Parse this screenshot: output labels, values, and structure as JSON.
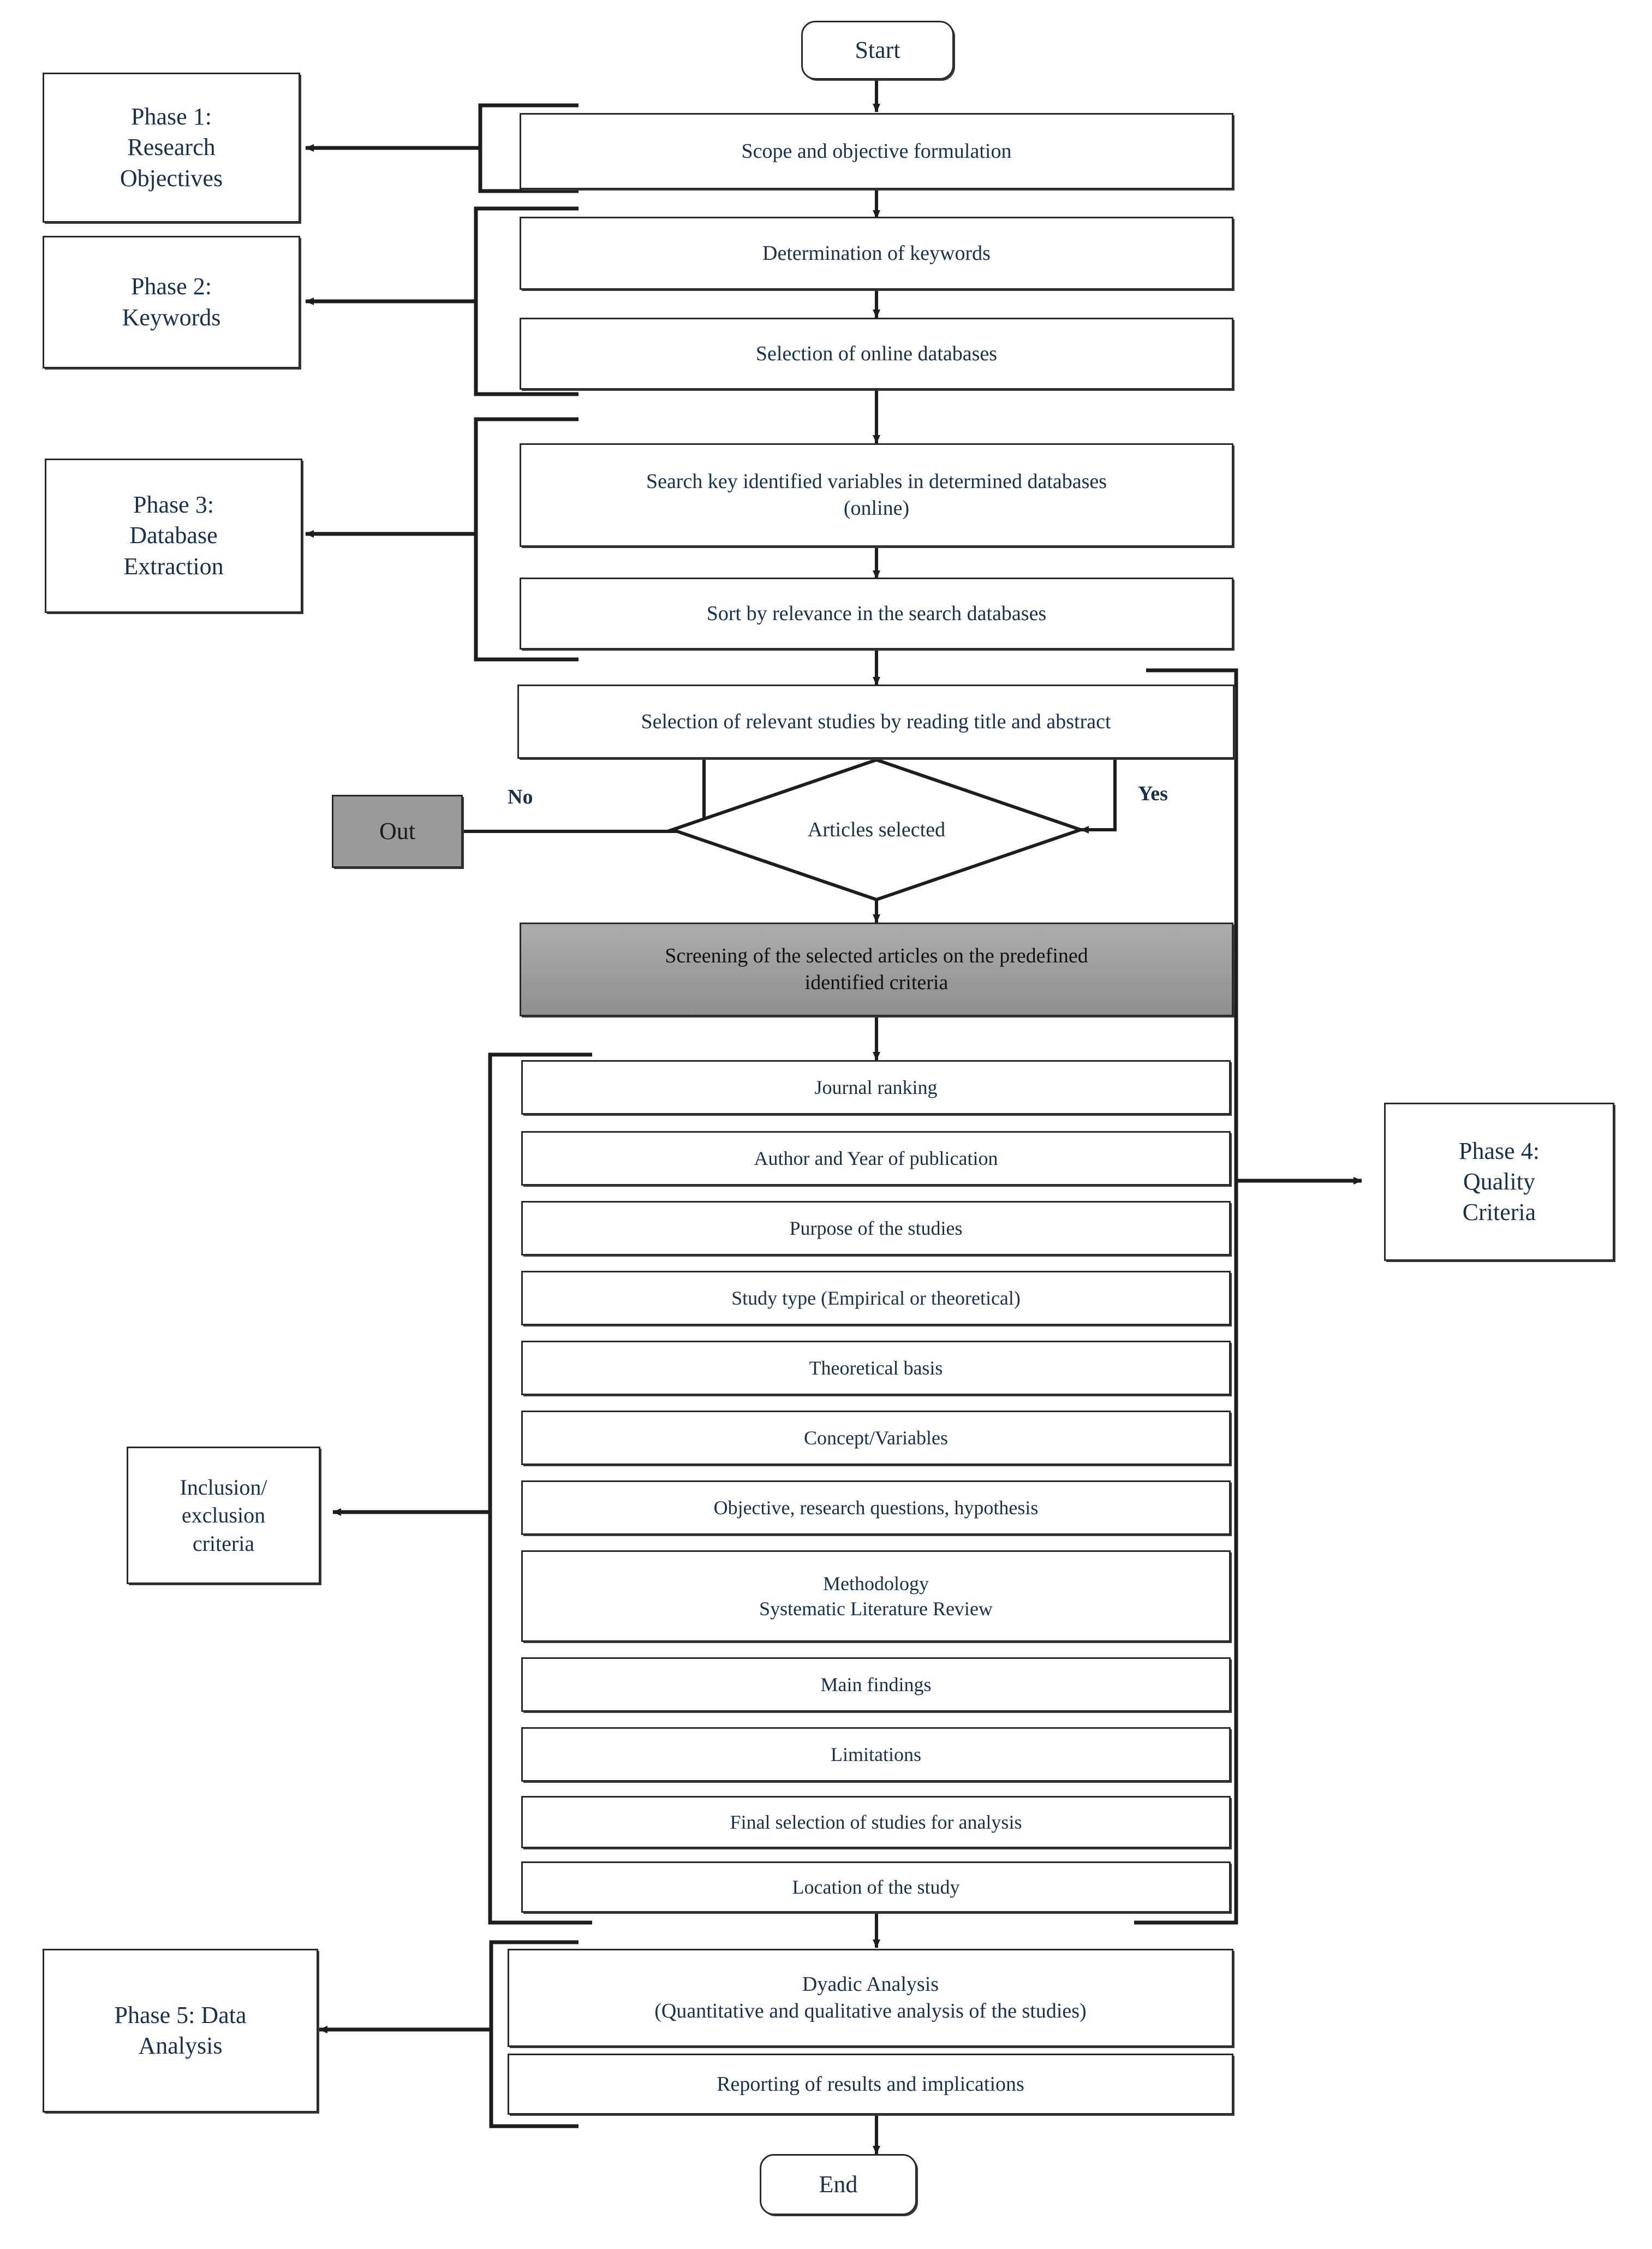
{
  "diagram": {
    "title": "Systematic Literature Review methodology flowchart",
    "colors": {
      "stroke": "#2a2a2a",
      "text": "#17314f",
      "shaded_fill": "#9a9a9a",
      "background": "#ffffff"
    }
  },
  "terminators": {
    "start": "Start",
    "end": "End"
  },
  "phases": [
    {
      "id": "phase1",
      "label": "Phase 1:\nResearch\nObjectives"
    },
    {
      "id": "phase2",
      "label": "Phase 2:\nKeywords"
    },
    {
      "id": "phase3",
      "label": "Phase 3:\nDatabase\nExtraction"
    },
    {
      "id": "phase4",
      "label": "Phase 4:\nQuality\nCriteria"
    },
    {
      "id": "phase5",
      "label": "Phase 5: Data\nAnalysis"
    }
  ],
  "side_notes": [
    {
      "id": "inclusion",
      "label": "Inclusion/\nexclusion\ncriteria"
    }
  ],
  "process_steps": [
    {
      "id": "scope",
      "label": "Scope and objective formulation"
    },
    {
      "id": "keywords",
      "label": "Determination of keywords"
    },
    {
      "id": "databases",
      "label": "Selection of online databases"
    },
    {
      "id": "searchkey",
      "label": "Search key identified variables in determined databases\n(online)"
    },
    {
      "id": "sort",
      "label": "Sort by relevance in the search databases"
    },
    {
      "id": "selectstudy",
      "label": "Selection of relevant studies by reading title and abstract"
    },
    {
      "id": "screening",
      "label": "Screening of the selected articles on the predefined\nidentified criteria",
      "shaded": true
    }
  ],
  "decision": {
    "id": "articles-selected",
    "label": "Articles selected",
    "yes_label": "Yes",
    "no_label": "No",
    "no_target": "Out"
  },
  "criteria_items": [
    {
      "id": "c1",
      "label": "Journal ranking"
    },
    {
      "id": "c2",
      "label": "Author and Year of publication"
    },
    {
      "id": "c3",
      "label": "Purpose of the studies"
    },
    {
      "id": "c4",
      "label": "Study type (Empirical or theoretical)"
    },
    {
      "id": "c5",
      "label": "Theoretical basis"
    },
    {
      "id": "c6",
      "label": "Concept/Variables"
    },
    {
      "id": "c7",
      "label": "Objective, research questions, hypothesis"
    },
    {
      "id": "c8",
      "label": "Methodology\nSystematic Literature Review"
    },
    {
      "id": "c9",
      "label": "Main findings"
    },
    {
      "id": "c10",
      "label": "Limitations"
    },
    {
      "id": "c11",
      "label": "Final selection of studies for analysis"
    },
    {
      "id": "c12",
      "label": "Location of the study"
    }
  ],
  "analysis_steps": [
    {
      "id": "dyadic",
      "label": "Dyadic Analysis\n(Quantitative and qualitative analysis of the studies)"
    },
    {
      "id": "reporting",
      "label": "Reporting of results and implications"
    }
  ]
}
